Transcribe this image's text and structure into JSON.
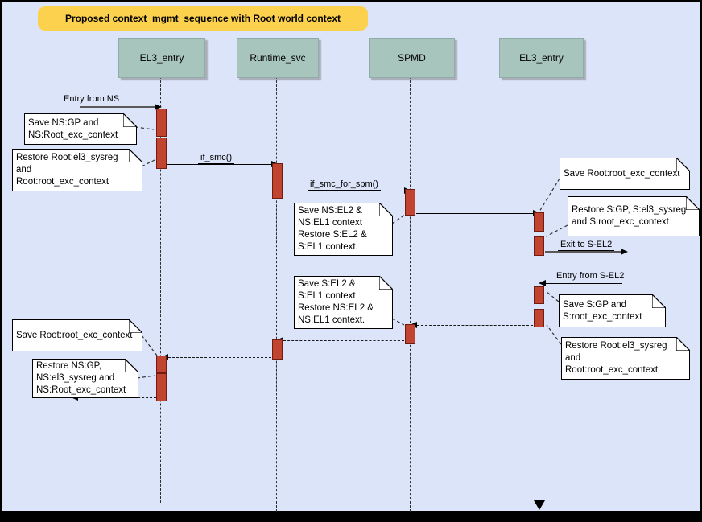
{
  "title": "Proposed context_mgmt_sequence with Root world context",
  "colors": {
    "background": "#dce4f9",
    "frame": "#000000",
    "title_fill": "#fcd14e",
    "actor_fill": "#a7c4bd",
    "activation_fill": "#c04430",
    "activation_border": "#701c10",
    "note_fill": "#ffffff"
  },
  "actors": [
    {
      "label": "EL3_entry"
    },
    {
      "label": "Runtime_svc"
    },
    {
      "label": "SPMD"
    },
    {
      "label": "EL3_entry"
    }
  ],
  "messages": {
    "entry_from_ns": "Entry from NS",
    "if_smc": "if_smc()",
    "if_smc_for_spm": "if_smc_for_spm()",
    "exit_to_sel2": "Exit to S-EL2",
    "entry_from_sel2": "Entry from S-EL2"
  },
  "notes": {
    "n1": "Save NS:GP and\nNS:Root_exc_context",
    "n2": "Restore Root:el3_sysreg\nand\nRoot:root_exc_context",
    "n3": "Save NS:EL2 &\nNS:EL1 context\nRestore S:EL2 &\nS:EL1 context.",
    "n4": "Save Root:root_exc_context",
    "n5": "Restore S:GP, S:el3_sysreg\nand S:root_exc_context",
    "n6": "Save S:GP and\nS:root_exc_context",
    "n7": "Restore Root:el3_sysreg\nand\nRoot:root_exc_context",
    "n8": "Save S:EL2 &\nS:EL1 context\nRestore NS:EL2 &\nNS:EL1 context.",
    "n9": "Save Root:root_exc_context",
    "n10": "Restore NS:GP,\nNS:el3_sysreg and\nNS:Root_exc_context"
  }
}
